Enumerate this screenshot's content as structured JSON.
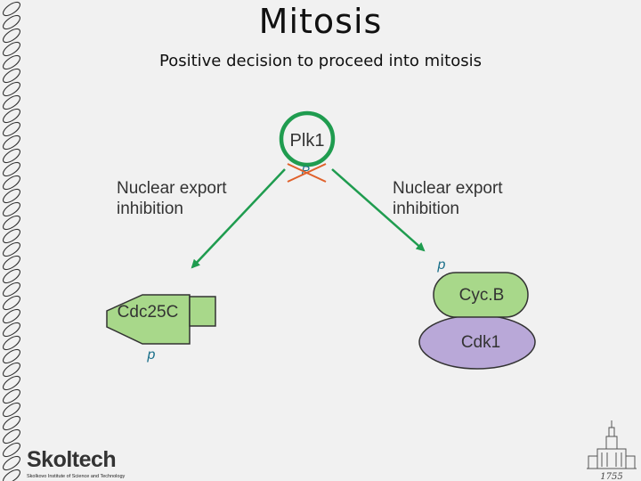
{
  "slide": {
    "title": "Mitosis",
    "subtitle": "Positive decision to proceed into mitosis"
  },
  "diagram": {
    "plk1_label": "Plk1",
    "plk1_phospho": "P",
    "left_arrow_label_line1": "Nuclear export",
    "left_arrow_label_line2": "inhibition",
    "right_arrow_label_line1": "Nuclear export",
    "right_arrow_label_line2": "inhibition",
    "cdc25c_label": "Cdc25C",
    "cdc25c_phospho": "p",
    "cycb_label": "Cyc.B",
    "cycb_phospho": "p",
    "cdk1_label": "Cdk1"
  },
  "branding": {
    "logo_text": "Skoltech",
    "logo_tagline": "Skolkovo Institute of Science and Technology",
    "emblem_year": "1755"
  },
  "colors": {
    "arrow_green": "#1f9c4f",
    "cdc25c_fill": "#a8d88a",
    "cycb_fill": "#a8d88a",
    "cdk1_fill": "#b9a8d8",
    "cross_red": "#e0602a",
    "phospho_text": "#1a6f8a"
  }
}
